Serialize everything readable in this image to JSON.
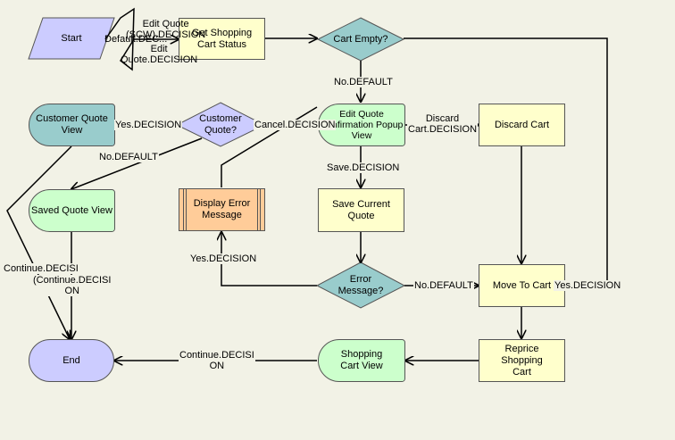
{
  "nodes": {
    "start": "Start",
    "get_status": "Get Shopping Cart Status",
    "cart_empty": "Cart Empty?",
    "customer_quote_view": "Customer Quote View",
    "customer_quote": "Customer Quote?",
    "edit_quote_popup": "Edit Quote Confirmation Popup View",
    "discard_cart": "Discard Cart",
    "saved_quote_view": "Saved Quote View",
    "display_error": "Display Error Message",
    "save_current_quote": "Save Current Quote",
    "error_message": "Error Message?",
    "move_to_cart": "Move To Cart",
    "end": "End",
    "shopping_cart_view": "Shopping Cart View",
    "reprice_cart": "Reprice Shopping Cart"
  },
  "edge_labels": {
    "start_default": "Default.DEC...",
    "start_edit_scw": "Edit Quote\n(SCW).DECISION",
    "start_edit": "Edit\nQuote.DECISION",
    "empty_no_default": "No.DEFAULT",
    "empty_yes": "Yes.DECISION",
    "discard": "Discard\nCart.DECISION",
    "cancel": "Cancel.DECISION",
    "save": "Save.DECISION",
    "cq_yes": "Yes.DECISION",
    "cq_no": "No.DEFAULT",
    "err_yes": "Yes.DECISION",
    "err_no": "No.DEFAULT",
    "cqv_continue": "Continue.DECISI",
    "sqv_continue": "(Continue.DECISI\nON",
    "scv_continue": "Continue.DECISI\nON"
  },
  "colors": {
    "background": "#f2f2e6",
    "process": "#ffffcc",
    "error_process": "#ffcc99",
    "view": "#ccffcc",
    "view_alt": "#99cccc",
    "decision": "#99cccc",
    "decision_alt": "#ccccff",
    "terminal": "#ccccff",
    "start": "#ccccff"
  }
}
